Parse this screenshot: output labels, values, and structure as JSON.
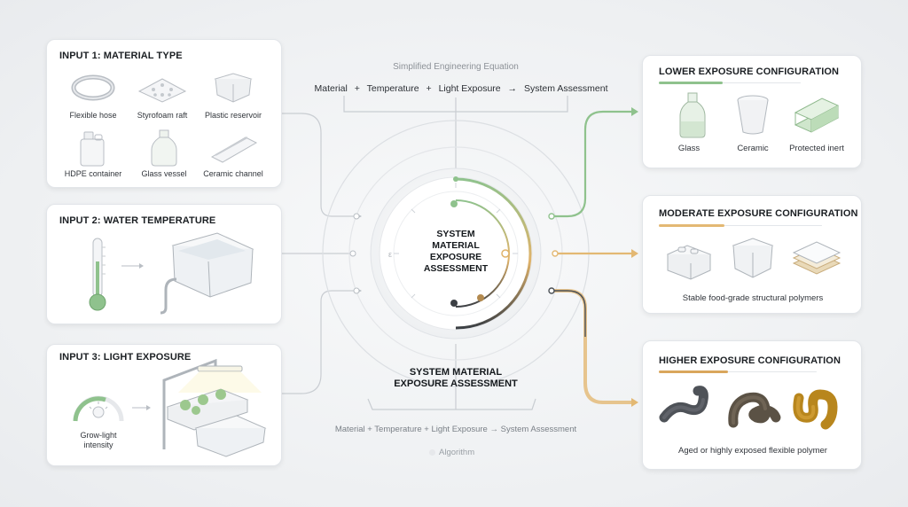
{
  "inputs": {
    "material": {
      "title": "INPUT 1: MATERIAL TYPE",
      "items": [
        "Flexible hose",
        "Styrofoam raft",
        "Plastic reservoir",
        "HDPE container",
        "Glass vessel",
        "Ceramic channel"
      ]
    },
    "temperature": {
      "title": "INPUT 2: WATER TEMPERATURE"
    },
    "light": {
      "title": "INPUT 3: LIGHT EXPOSURE",
      "gauge_label_1": "Grow-light",
      "gauge_label_2": "intensity"
    }
  },
  "center": {
    "top_caption": "Simplified Engineering Equation",
    "top_equation": {
      "material": "Material",
      "plus1": "+",
      "temperature": "Temperature",
      "plus2": "+",
      "light": "Light Exposure",
      "arrow": "→",
      "result": "System Assessment"
    },
    "dial_title_1": "SYSTEM",
    "dial_title_2": "MATERIAL",
    "dial_title_3": "EXPOSURE",
    "dial_title_4": "ASSESSMENT",
    "dial_side_left": "ε",
    "bottom_title_1": "SYSTEM MATERIAL",
    "bottom_title_2": "EXPOSURE ASSESSMENT",
    "bottom_equation": "Material + Temperature + Light Exposure → System Assessment",
    "algorithm_label": "Algorithm"
  },
  "outputs": {
    "lower": {
      "title": "LOWER EXPOSURE CONFIGURATION",
      "items": [
        "Glass",
        "Ceramic",
        "Protected inert"
      ],
      "color": "#7fb77e"
    },
    "moderate": {
      "title": "MODERATE EXPOSURE CONFIGURATION",
      "caption": "Stable food-grade structural polymers",
      "color": "#e3b873"
    },
    "higher": {
      "title": "HIGHER EXPOSURE CONFIGURATION",
      "caption": "Aged or highly exposed flexible polymer",
      "color": "#d9a65c"
    }
  },
  "colors": {
    "green": "#7fb77e",
    "amber": "#e0b36a",
    "dark": "#3b3f44",
    "line": "#c9cdd2"
  }
}
